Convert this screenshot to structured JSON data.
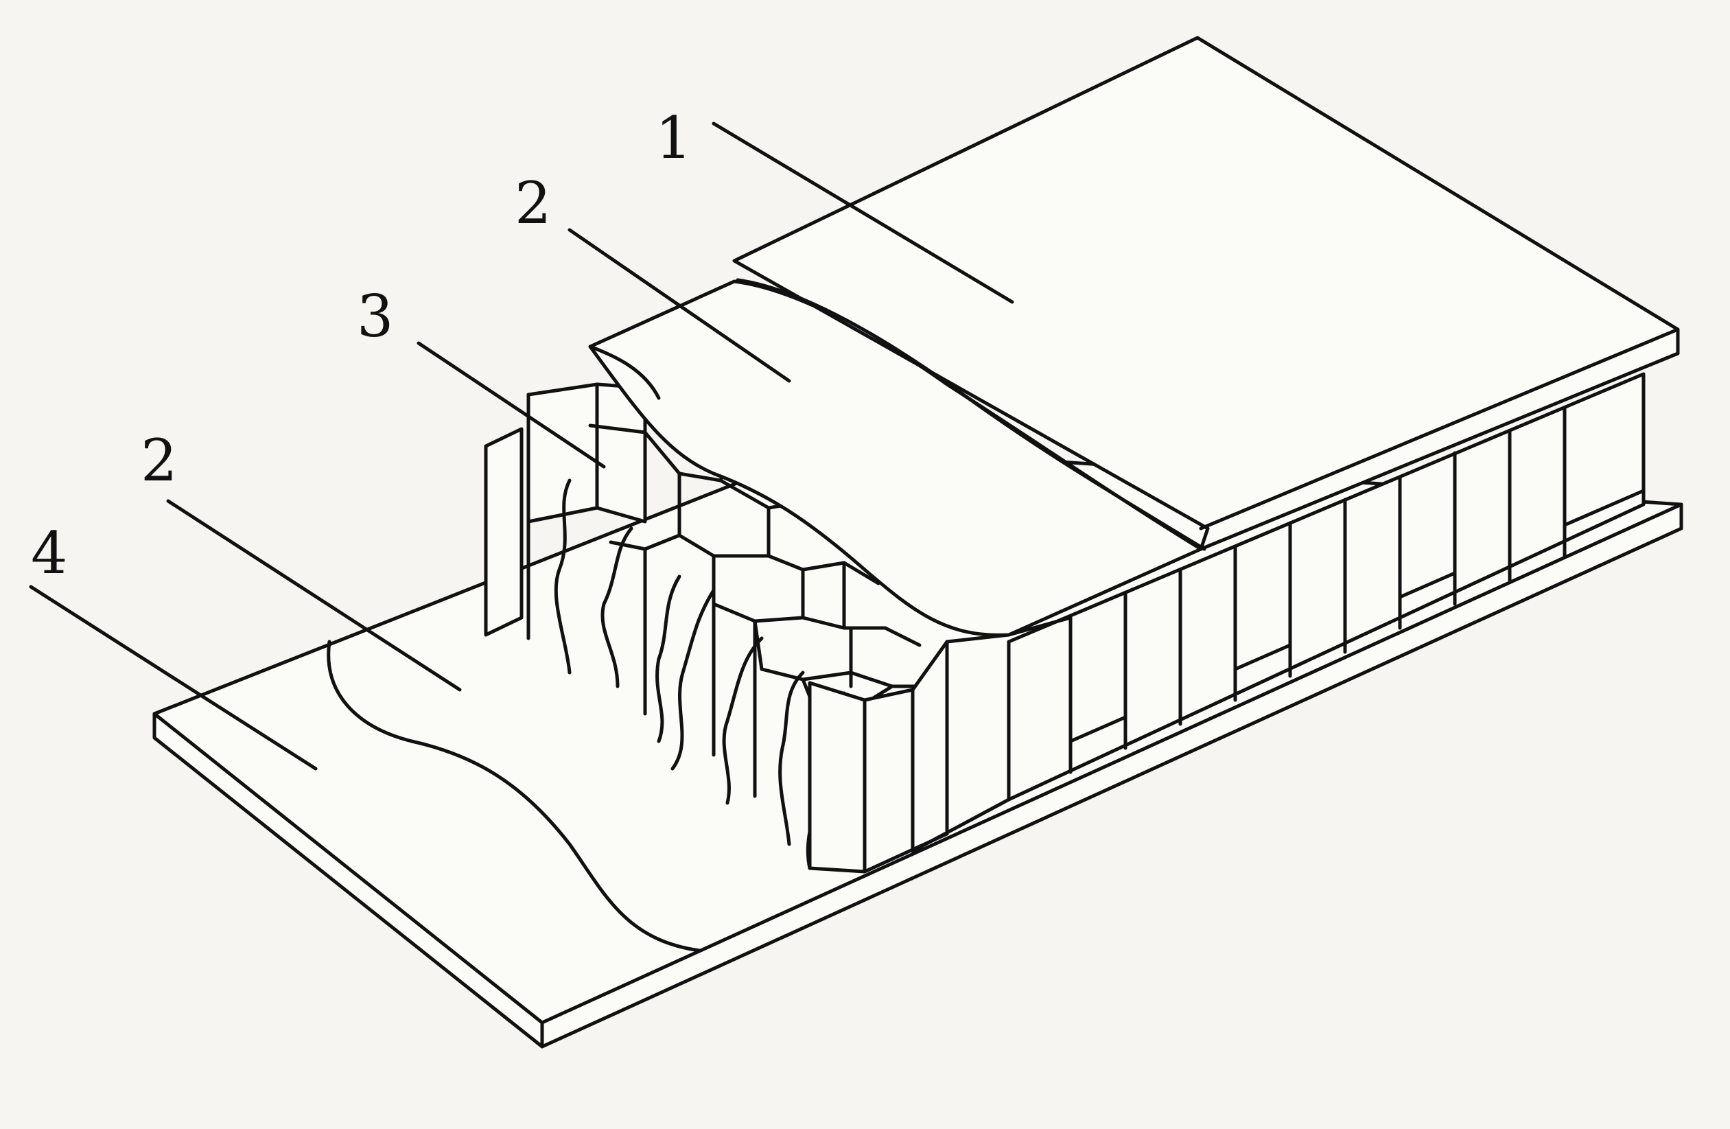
{
  "labels": [
    {
      "id": "label-1",
      "text": "1"
    },
    {
      "id": "label-2-top",
      "text": "2"
    },
    {
      "id": "label-3",
      "text": "3"
    },
    {
      "id": "label-2-bottom",
      "text": "2"
    },
    {
      "id": "label-4",
      "text": "4"
    }
  ],
  "colors": {
    "line": "#111111",
    "paper": "#f6f5f1"
  }
}
